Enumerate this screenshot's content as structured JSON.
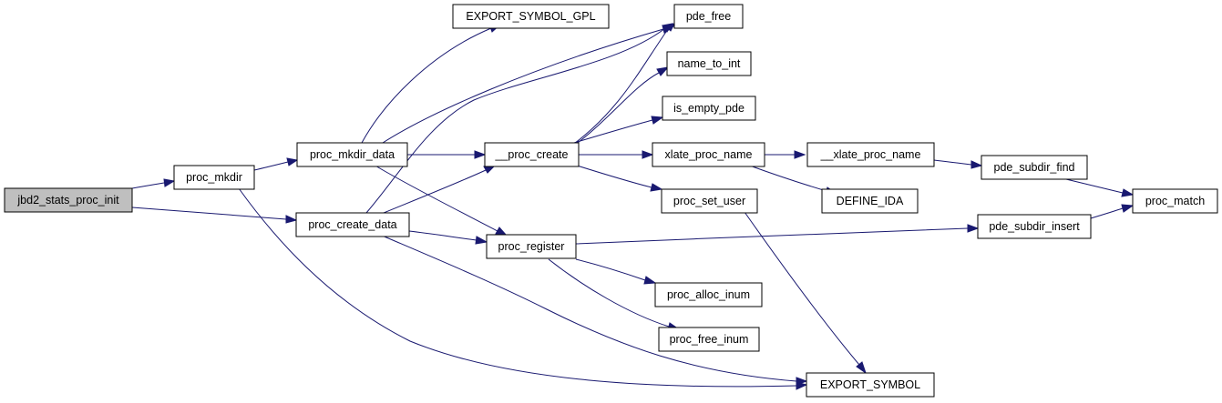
{
  "colors": {
    "edge": "#191970",
    "root_fill": "#bfbfbf",
    "node_fill": "#ffffff"
  },
  "nodes": {
    "root": "jbd2_stats_proc_init",
    "proc_mkdir": "proc_mkdir",
    "proc_mkdir_data": "proc_mkdir_data",
    "proc_create_data": "proc_create_data",
    "export_symbol_gpl": "EXPORT_SYMBOL_GPL",
    "pde_free": "pde_free",
    "name_to_int": "name_to_int",
    "is_empty_pde": "is_empty_pde",
    "proc_create": "__proc_create",
    "xlate_proc_name": "xlate_proc_name",
    "xlate_proc_name2": "__xlate_proc_name",
    "pde_subdir_find": "pde_subdir_find",
    "proc_match": "proc_match",
    "define_ida": "DEFINE_IDA",
    "proc_set_user": "proc_set_user",
    "proc_register": "proc_register",
    "pde_subdir_insert": "pde_subdir_insert",
    "proc_alloc_inum": "proc_alloc_inum",
    "proc_free_inum": "proc_free_inum",
    "export_symbol": "EXPORT_SYMBOL"
  }
}
